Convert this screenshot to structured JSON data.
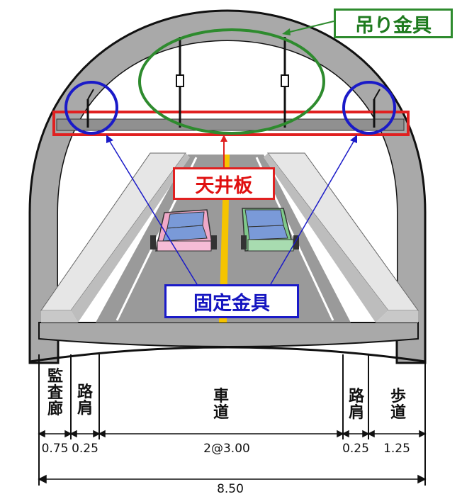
{
  "labels": {
    "hanger": "吊り金具",
    "ceiling_board": "天井板",
    "fixing": "固定金具"
  },
  "sections": {
    "inspection_corridor": "監査廊",
    "shoulder_left": "路肩",
    "roadway": "車道",
    "shoulder_right": "路肩",
    "sidewalk": "歩道"
  },
  "dimensions": {
    "inspection_corridor": "0.75",
    "shoulder_left": "0.25",
    "roadway": "2@3.00",
    "shoulder_right": "0.25",
    "sidewalk": "1.25",
    "total": "8.50"
  },
  "colors": {
    "hanger": "#2e8b2e",
    "ceiling_board": "#e02020",
    "fixing": "#1a1ac8",
    "car_left": "#f0a8c8",
    "car_right": "#7fc98a",
    "center_line": "#f5c400"
  }
}
